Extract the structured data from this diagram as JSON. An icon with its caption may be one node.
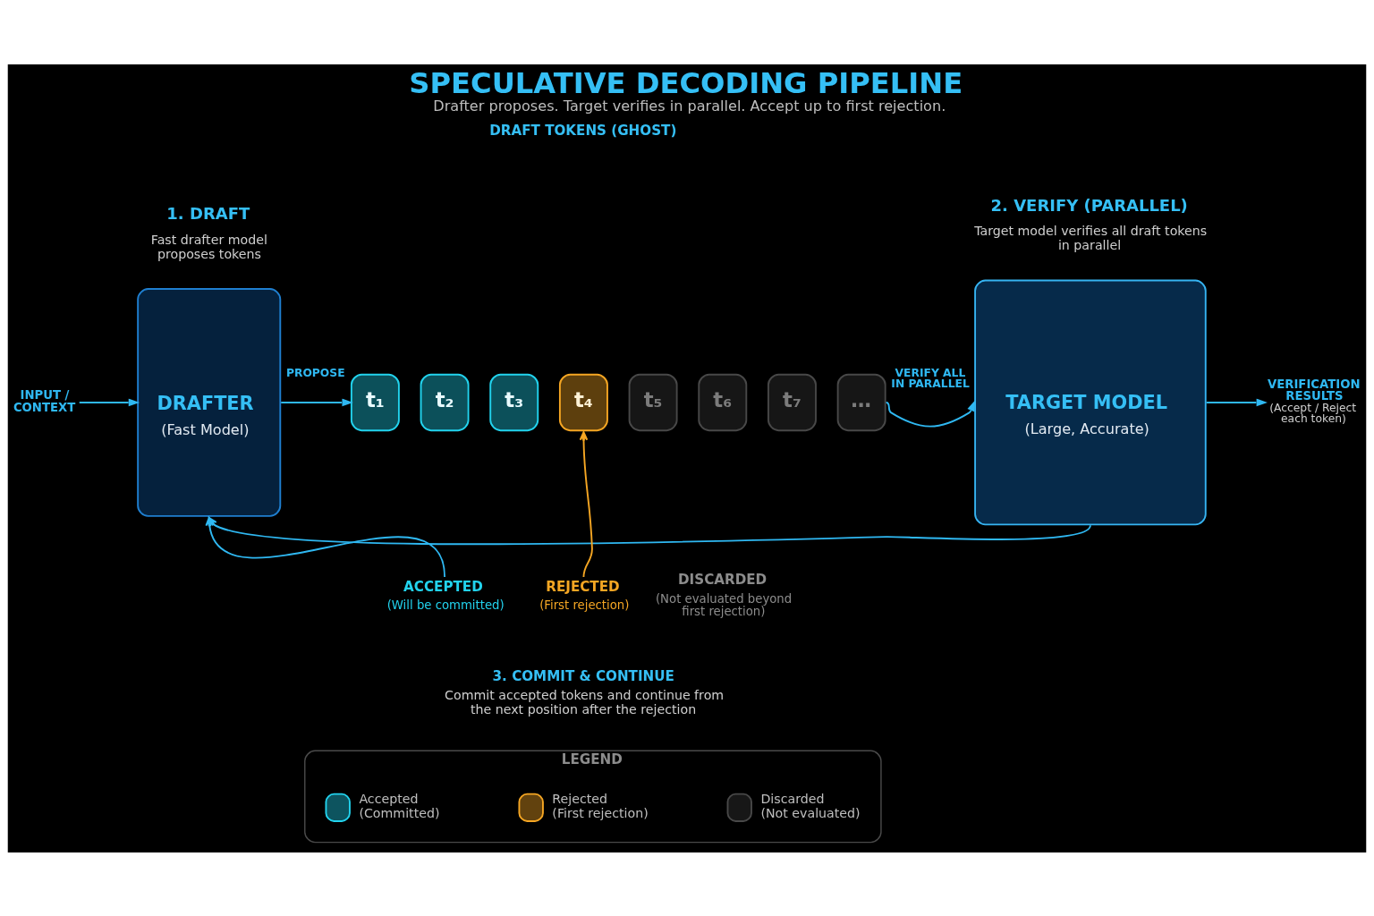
{
  "diagram": {
    "title": "SPECULATIVE DECODING PIPELINE",
    "caption": "Drafter proposes. Target verifies in parallel. Accept up to first rejection.",
    "nodes": [
      {
        "text": [
          "INPUT / CONTEXT"
        ]
      },
      {
        "text": [
          "DRAFTER",
          "(Fast Model)"
        ],
        "beside": [
          "1. DRAFT",
          "Fast drafter model proposes tokens"
        ]
      },
      {
        "text": [
          "t₁"
        ]
      },
      {
        "text": [
          "t₂"
        ]
      },
      {
        "text": [
          "t₃"
        ]
      },
      {
        "text": [
          "t₄"
        ]
      },
      {
        "text": [
          "t₅"
        ]
      },
      {
        "text": [
          "t₆"
        ]
      },
      {
        "text": [
          "t₇"
        ]
      },
      {
        "text": [
          "…"
        ]
      },
      {
        "text": [
          "TARGET MODEL",
          "(Large, Accurate)"
        ],
        "beside": [
          "2. VERIFY (PARALLEL)",
          "Target model verifies all draft tokens in parallel"
        ]
      },
      {
        "text": [
          "VERIFICATION RESULTS",
          "(Accept / Reject each token)"
        ]
      },
      {
        "text": [
          "ACCEPTED",
          "(Will be committed)"
        ]
      },
      {
        "text": [
          "REJECTED",
          "(First rejection)"
        ]
      },
      {
        "text": [
          "LEGEND"
        ]
      }
    ],
    "edges": [
      {
        "from": 0,
        "to": 1,
        "arrow": "to"
      },
      {
        "from": 1,
        "to": 2,
        "arrow": "to",
        "label": "PROPOSE"
      },
      {
        "from": 9,
        "to": 10,
        "arrow": "to",
        "label": "VERIFY ALL IN PARALLEL"
      },
      {
        "from": 10,
        "to": 11,
        "arrow": "to"
      },
      {
        "from": 13,
        "to": 5,
        "arrow": "to",
        "color": "#f5a623"
      },
      {
        "from": 10,
        "to": 1,
        "arrow": "to"
      },
      {
        "from": 12,
        "to": 1,
        "arrow": "to"
      }
    ],
    "labels": [
      "DRAFT TOKENS (GHOST)",
      "DISCARDED",
      "(Not evaluated beyond first rejection)",
      "3. COMMIT & CONTINUE",
      "Commit accepted tokens and continue from the next position after the rejection"
    ],
    "legend": [
      {
        "text": "Accepted (Committed)",
        "color": "#22d3ee"
      },
      {
        "text": "Rejected (First rejection)",
        "color": "#f5a623"
      },
      {
        "text": "Discarded (Not evaluated)",
        "color": "#3a3a3a"
      }
    ]
  }
}
